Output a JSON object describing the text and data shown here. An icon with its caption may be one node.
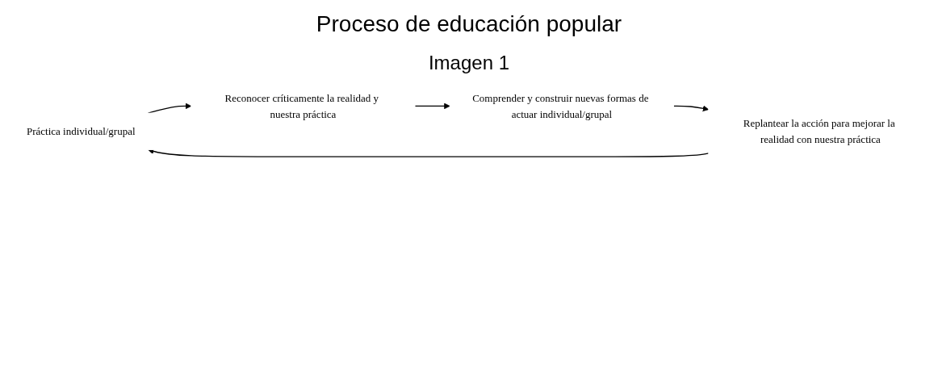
{
  "diagram": {
    "title": "Proceso de educación popular",
    "nodes": [
      {
        "text": [
          "Práctica individual/grupal"
        ]
      },
      {
        "text": [
          "Reconocer críticamente la realidad y nuestra práctica"
        ]
      },
      {
        "text": [
          "Comprender y construir nuevas formas de actuar individual/grupal"
        ]
      },
      {
        "text": [
          "Replantear la acción para mejorar la realidad con nuestra práctica"
        ]
      }
    ],
    "edges": [
      {
        "from": 0,
        "to": 1,
        "arrow": "to"
      },
      {
        "from": 1,
        "to": 2,
        "arrow": "to"
      },
      {
        "from": 2,
        "to": 3,
        "arrow": "to"
      },
      {
        "from": 3,
        "to": 0,
        "arrow": "to"
      }
    ],
    "labels": [
      "Imagen 1"
    ]
  }
}
